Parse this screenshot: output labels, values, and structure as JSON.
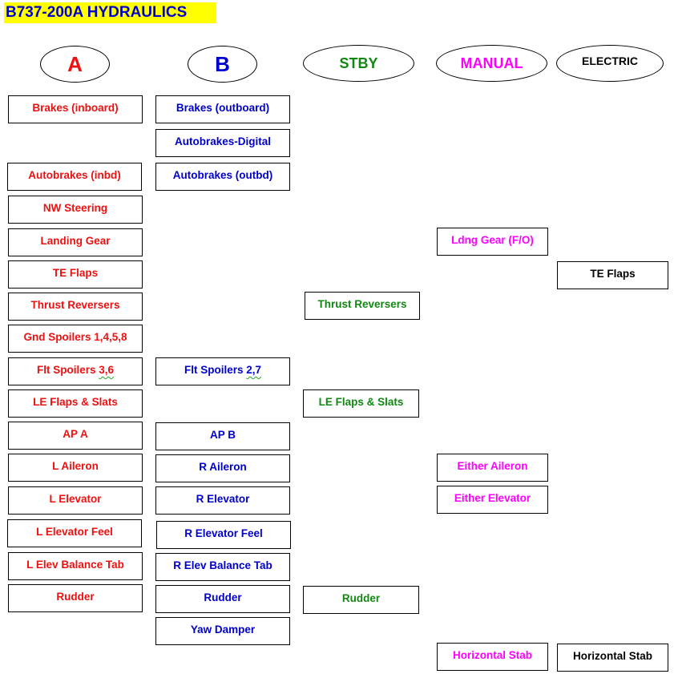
{
  "title": "B737-200A  HYDRAULICS",
  "colors": {
    "a": "#ee1111",
    "b": "#0000cc",
    "stby": "#118811",
    "manual": "#ff00ff",
    "electric": "#000000",
    "title_bg": "#ffff00"
  },
  "headers": {
    "a": "A",
    "b": "B",
    "stby": "STBY",
    "manual": "MANUAL",
    "electric": "ELECTRIC"
  },
  "systems": {
    "a": {
      "brakes": "Brakes (inboard)",
      "autobrakes": "Autobrakes (inbd)",
      "nw_steering": "NW Steering",
      "landing_gear": "Landing Gear",
      "te_flaps": "TE Flaps",
      "thrust_reversers": "Thrust Reversers",
      "gnd_spoilers_label": "Gnd Spoilers 1,4,5,8",
      "flt_spoilers_label": "Flt Spoilers ",
      "flt_spoilers_nums": "3,6",
      "le_flaps": "LE Flaps & Slats",
      "ap": "AP A",
      "aileron": "L Aileron",
      "elevator": "L Elevator",
      "elevator_feel": "L Elevator Feel",
      "elev_balance_tab": "L Elev Balance Tab",
      "rudder": "Rudder"
    },
    "b": {
      "brakes": "Brakes (outboard)",
      "autobrakes_digital": "Autobrakes-Digital",
      "autobrakes": "Autobrakes (outbd)",
      "flt_spoilers_label": "Flt Spoilers ",
      "flt_spoilers_nums": "2,7",
      "ap": "AP B",
      "aileron": "R Aileron",
      "elevator": "R Elevator",
      "elevator_feel": "R Elevator Feel",
      "elev_balance_tab": "R Elev Balance Tab",
      "rudder": "Rudder",
      "yaw_damper": "Yaw Damper"
    },
    "stby": {
      "thrust_reversers": "Thrust Reversers",
      "le_flaps": "LE Flaps & Slats",
      "rudder": "Rudder"
    },
    "manual": {
      "landing_gear": "Ldng Gear (F/O)",
      "aileron": "Either Aileron",
      "elevator": "Either Elevator",
      "horizontal_stab": "Horizontal Stab"
    },
    "electric": {
      "te_flaps": "TE Flaps",
      "horizontal_stab": "Horizontal Stab"
    }
  }
}
